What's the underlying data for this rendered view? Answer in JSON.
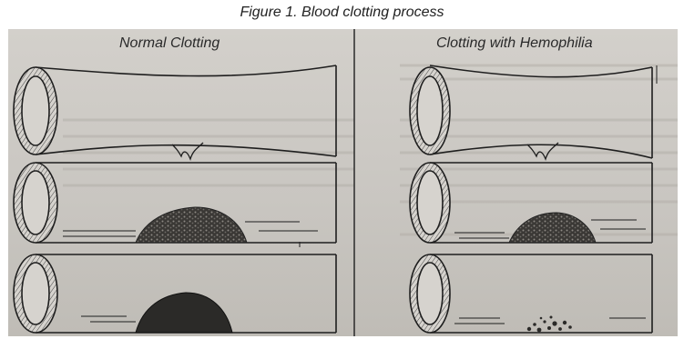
{
  "figure": {
    "caption": "Figure 1. Blood clotting process"
  },
  "panels": [
    {
      "title": "Normal Clotting"
    },
    {
      "title": "Clotting with Hemophilia"
    }
  ]
}
